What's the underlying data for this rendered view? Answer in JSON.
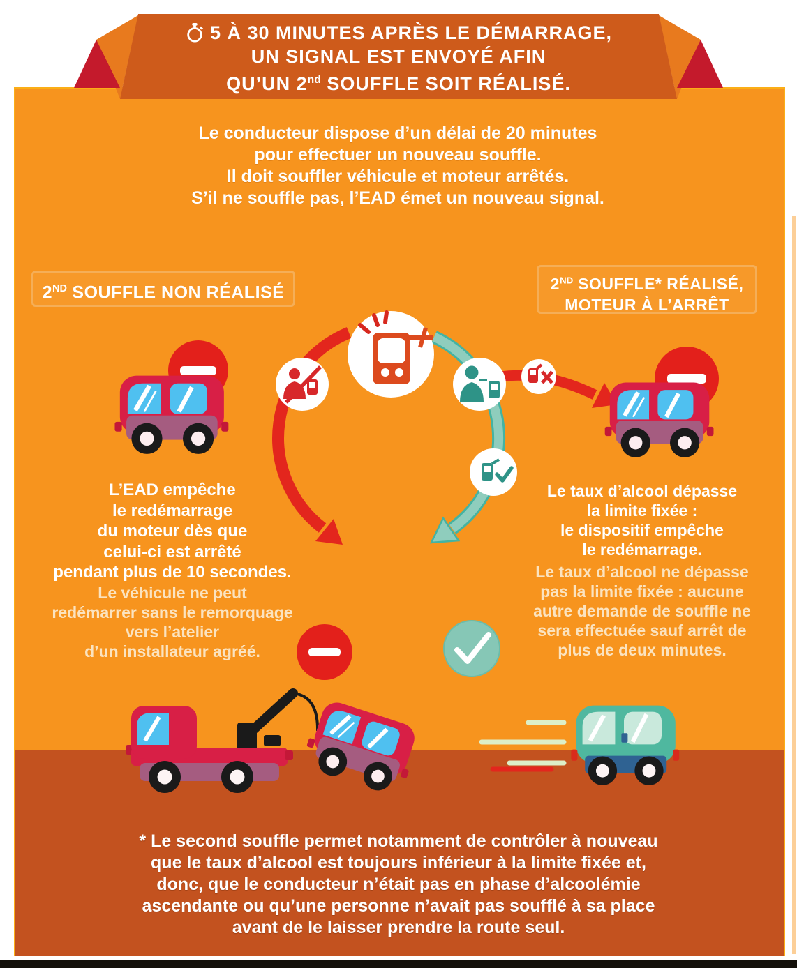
{
  "banner": {
    "line1": "5 À 30 MINUTES APRÈS LE DÉMARRAGE,",
    "line2": "UN SIGNAL EST ENVOYÉ AFIN",
    "line3_pre": "QU’UN 2",
    "line3_sup": "nd",
    "line3_post": " SOUFFLE SOIT RÉALISÉ."
  },
  "intro": {
    "lines": [
      "Le conducteur dispose d’un délai de 20 minutes",
      "pour effectuer un nouveau souffle.",
      "Il doit souffler véhicule et moteur arrêtés.",
      "S’il ne souffle pas, l’EAD émet un nouveau signal."
    ]
  },
  "left_label": {
    "pre": "2",
    "sup": "ND",
    "post": " SOUFFLE NON RÉALISÉ"
  },
  "right_label": {
    "pre": "2",
    "sup": "ND",
    "post": " SOUFFLE* RÉALISÉ,",
    "line2": "MOTEUR À L’ARRÊT"
  },
  "left_column": {
    "primary_lines": [
      "L’EAD empêche",
      "le redémarrage",
      "du moteur dès que",
      "celui-ci est arrêté",
      "pendant plus de 10 secondes."
    ],
    "secondary_lines": [
      "Le véhicule ne peut",
      "redémarrer sans le remorquage",
      "vers l’atelier",
      "d’un installateur agréé."
    ]
  },
  "right_column": {
    "primary_lines": [
      "Le taux d’alcool dépasse",
      "la limite fixée :",
      "le dispositif empêche",
      "le redémarrage."
    ],
    "secondary_lines": [
      "Le taux d’alcool ne dépasse",
      "pas la limite fixée : aucune",
      "autre demande de souffle ne",
      "sera effectuée sauf arrêt de",
      "plus de deux minutes."
    ]
  },
  "footnote": {
    "lines": [
      "* Le second souffle permet notamment de contrôler à nouveau",
      "que le taux d’alcool est toujours inférieur à la limite fixée et,",
      "donc, que le conducteur n’était pas en phase d’alcoolémie",
      "ascendante ou qu’une personne n’avait pas soufflé à sa place",
      "avant de le laisser prendre la route seul."
    ]
  },
  "icons": {
    "stopwatch": "stopwatch",
    "breathalyzer_alert": "breathalyzer device with alert sparks",
    "person_no_blow": "person with device, crossed out",
    "person_blow": "person blowing into device",
    "device_fail": "device with X",
    "device_ok": "device with checkmark",
    "no_entry": "no-entry sign",
    "check": "checkmark circle"
  },
  "colors": {
    "panel_orange": "#F7941E",
    "ground_rust": "#C3521F",
    "banner_orange": "#CE5B1B",
    "ribbon_red": "#C41A2C",
    "flap_orange": "#E87A1E",
    "arrow_red": "#E3261D",
    "teal_dark": "#2E9387",
    "teal_arc": "#8FCDBD",
    "car_red": "#D81F46",
    "car_lower_mauve": "#A55C80",
    "window_blue": "#4FC0F0",
    "teal_car": "#4FB89F",
    "cream_text": "#FBE3BF",
    "no_entry_red": "#E3201B",
    "check_teal": "#86C7B6"
  }
}
